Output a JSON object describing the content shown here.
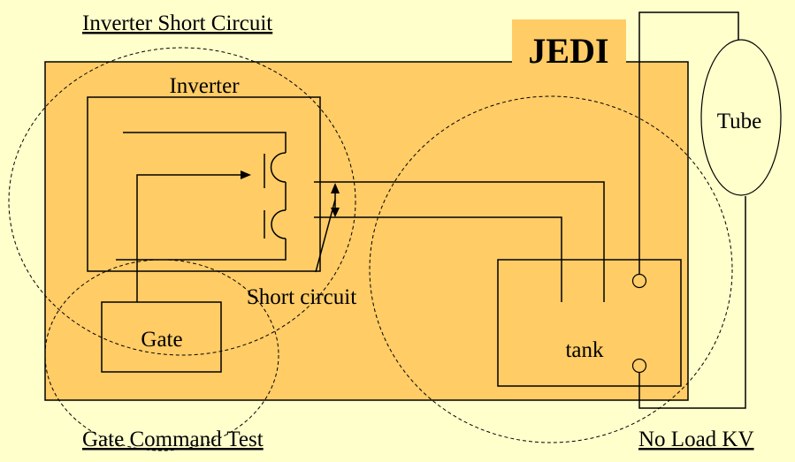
{
  "colors": {
    "background": "#ffffcc",
    "box_fill": "#ffcc66",
    "stroke": "#000000"
  },
  "labels": {
    "inverter_short_circuit": "Inverter Short Circuit",
    "jedi": "JEDI",
    "inverter": "Inverter",
    "tube": "Tube",
    "short_circuit": "Short circuit",
    "gate": "Gate",
    "tank": "tank",
    "gate_command_test": "Gate Command Test",
    "no_load_kv": "No Load KV"
  }
}
